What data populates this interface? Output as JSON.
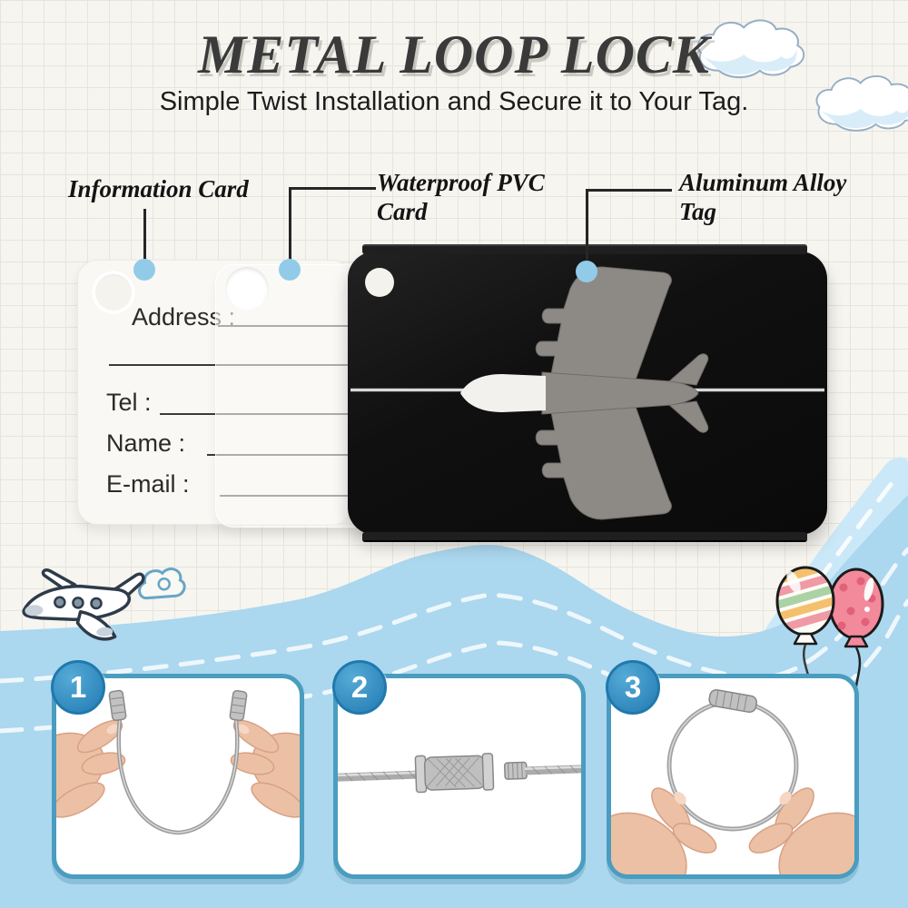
{
  "header": {
    "title": "METAL LOOP LOCK",
    "subtitle": "Simple Twist Installation and Secure it to Your Tag."
  },
  "callouts": [
    {
      "label": "Information Card"
    },
    {
      "label": "Waterproof PVC Card"
    },
    {
      "label": "Aluminum Alloy Tag"
    }
  ],
  "information_card": {
    "fields": [
      {
        "label": "Address :"
      },
      {
        "label": "Tel :"
      },
      {
        "label": "Name :"
      },
      {
        "label": "E-mail :"
      }
    ]
  },
  "steps": [
    {
      "number": "1",
      "illustration": "hands-opening-wire-loop"
    },
    {
      "number": "2",
      "illustration": "screw-clasp-twist-connection"
    },
    {
      "number": "3",
      "illustration": "hands-holding-closed-wire-loop"
    }
  ],
  "decorations": {
    "icons": [
      "cloud-icon",
      "cartoon-airplane-icon",
      "balloons-icon",
      "airplane-silhouette-icon"
    ]
  },
  "colors": {
    "callout_dot": "#92cbe7",
    "wave_blue": "#abd7ef",
    "wave_light_blue": "#cbe8f8",
    "badge_blue": "#3e97c7",
    "step_border": "#4a9dbe",
    "tag_black": "#111111",
    "plane_silhouette_gray": "#8d8a86",
    "paper_background": "#f6f5f0"
  }
}
